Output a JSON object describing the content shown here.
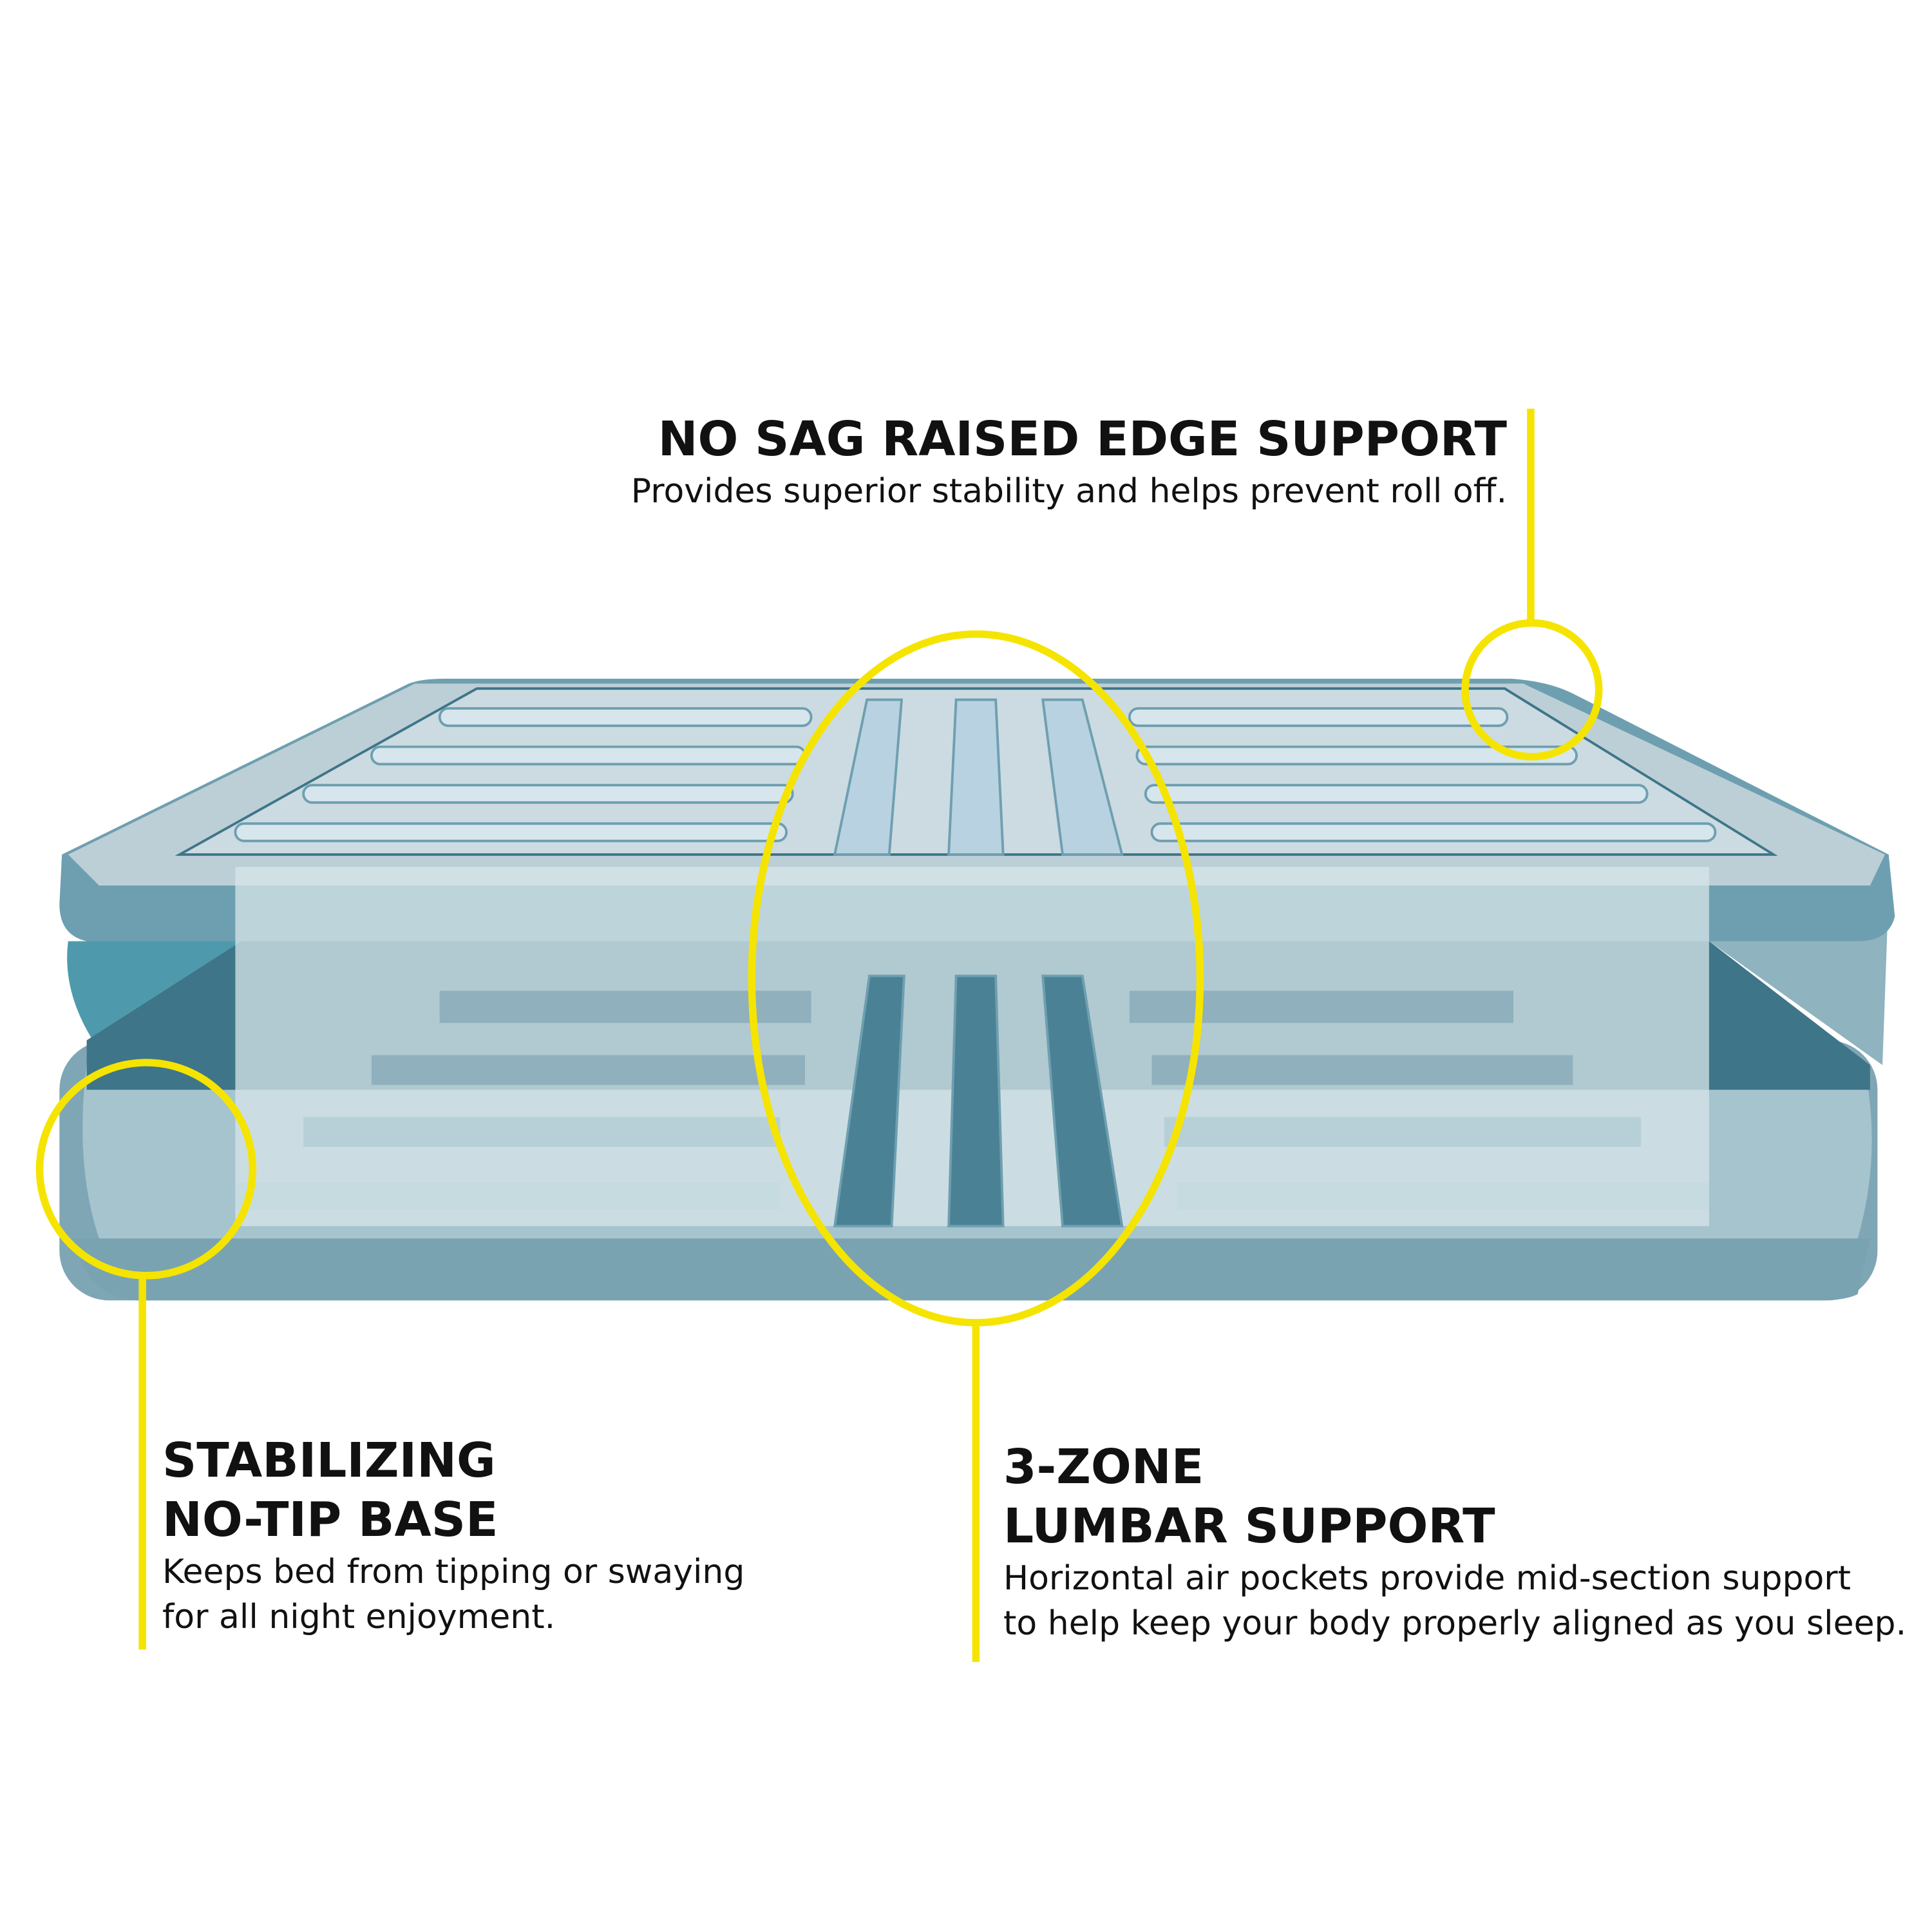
{
  "callouts": {
    "edge_support": {
      "title": "NO SAG RAISED EDGE SUPPORT",
      "body": "Provides superior stability and helps prevent roll off."
    },
    "no_tip_base": {
      "title_line1": "STABILIZING",
      "title_line2": "NO-TIP BASE",
      "body_line1": "Keeps bed from tipping or swaying",
      "body_line2": "for all night enjoyment."
    },
    "lumbar_support": {
      "title_line1": "3-ZONE",
      "title_line2": "LUMBAR SUPPORT",
      "body_line1": "Horizontal air pockets provide mid-section support",
      "body_line2": "to help keep your body properly aligned as you sleep."
    }
  },
  "colors": {
    "highlight": "#f5e400",
    "mattress_top": "#bccfd6",
    "mattress_edge": "#6e9fb0",
    "mattress_dark": "#3e7589",
    "mattress_base": "#7fa6b4"
  }
}
